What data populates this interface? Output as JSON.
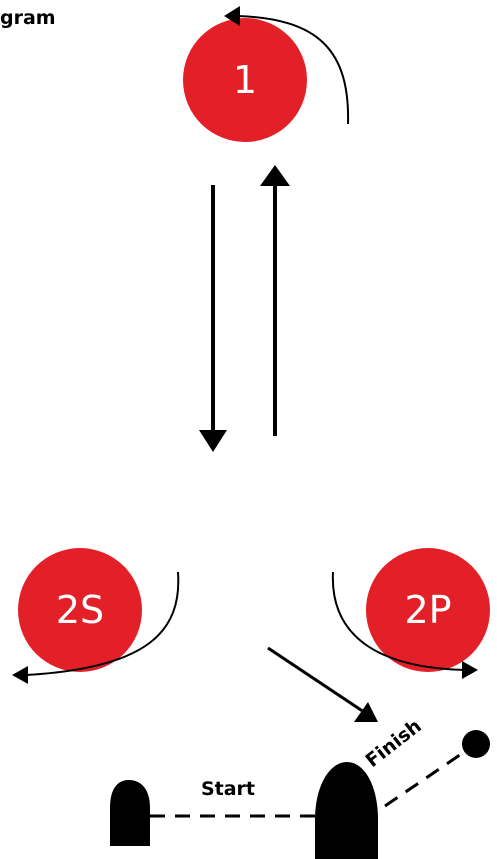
{
  "header_fragment": "gram",
  "marks": {
    "mark1": "1",
    "mark2s": "2S",
    "mark2p": "2P"
  },
  "start_label": "Start",
  "finish_label": "Finish",
  "colors": {
    "mark_fill": "#e32028",
    "ink": "#000000",
    "background": "#ffffff"
  }
}
